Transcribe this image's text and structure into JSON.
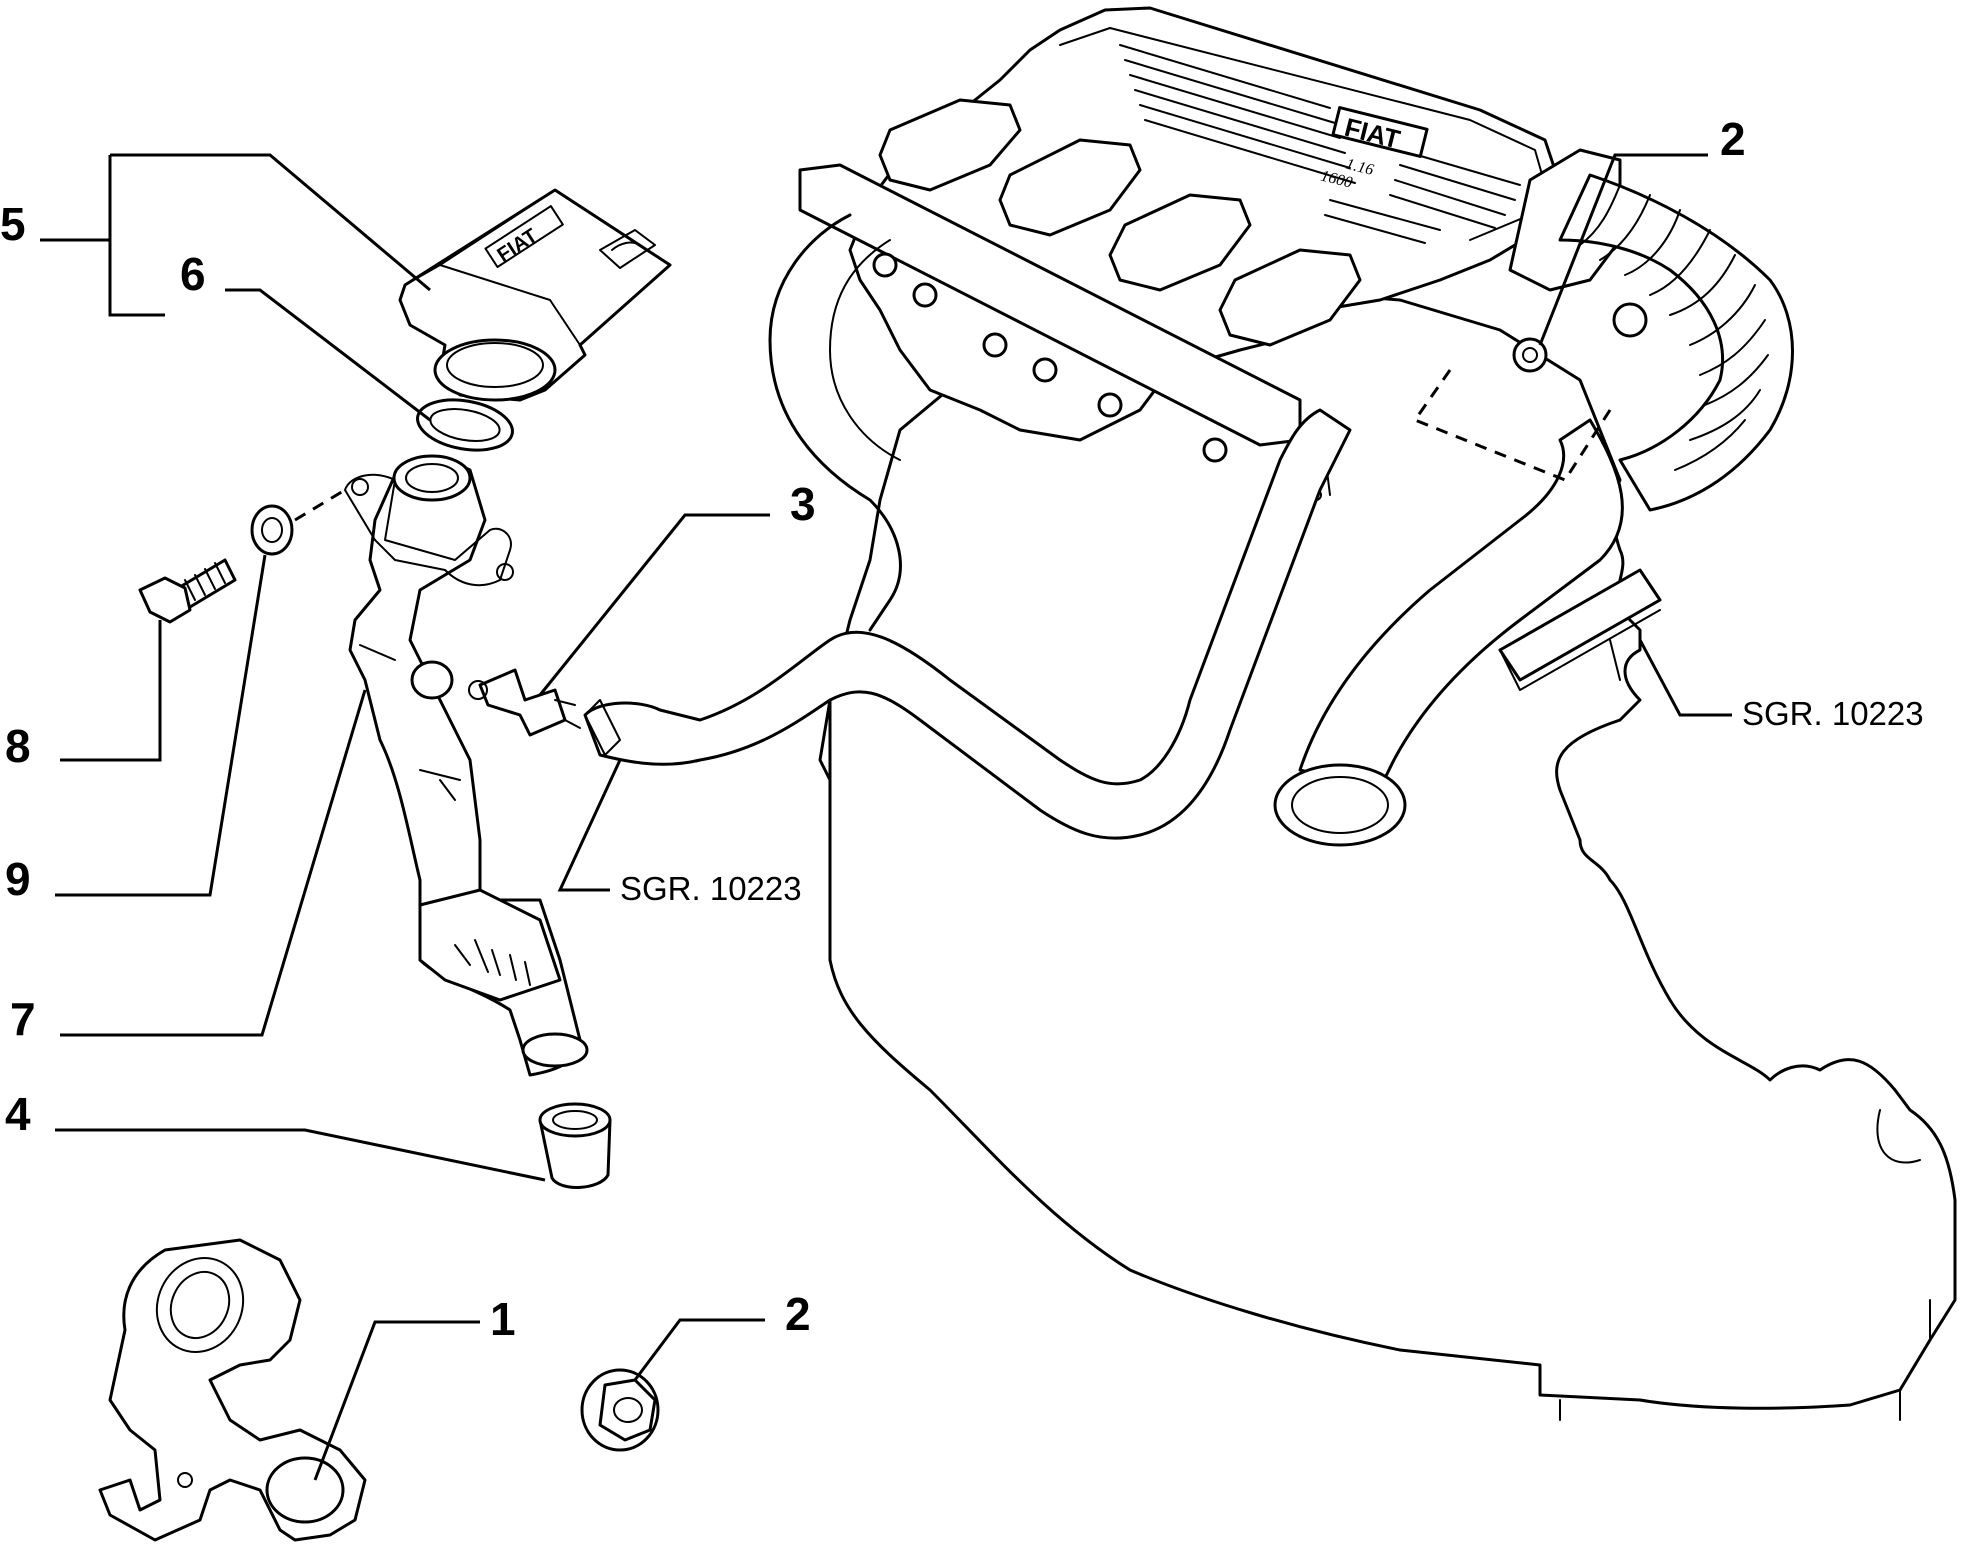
{
  "callouts": [
    {
      "id": "5",
      "label": "5"
    },
    {
      "id": "6",
      "label": "6"
    },
    {
      "id": "8",
      "label": "8"
    },
    {
      "id": "9",
      "label": "9"
    },
    {
      "id": "7",
      "label": "7"
    },
    {
      "id": "4",
      "label": "4"
    },
    {
      "id": "1",
      "label": "1"
    },
    {
      "id": "2-lower",
      "label": "2"
    },
    {
      "id": "2-upper",
      "label": "2"
    },
    {
      "id": "3",
      "label": "3"
    }
  ],
  "references": {
    "hose": "SGR. 10223",
    "bracket": "SGR. 10223"
  },
  "engine_markings": {
    "brand": "FIAT",
    "model": "1.16",
    "displacement": "1600"
  },
  "cap_marking": "FIAT"
}
